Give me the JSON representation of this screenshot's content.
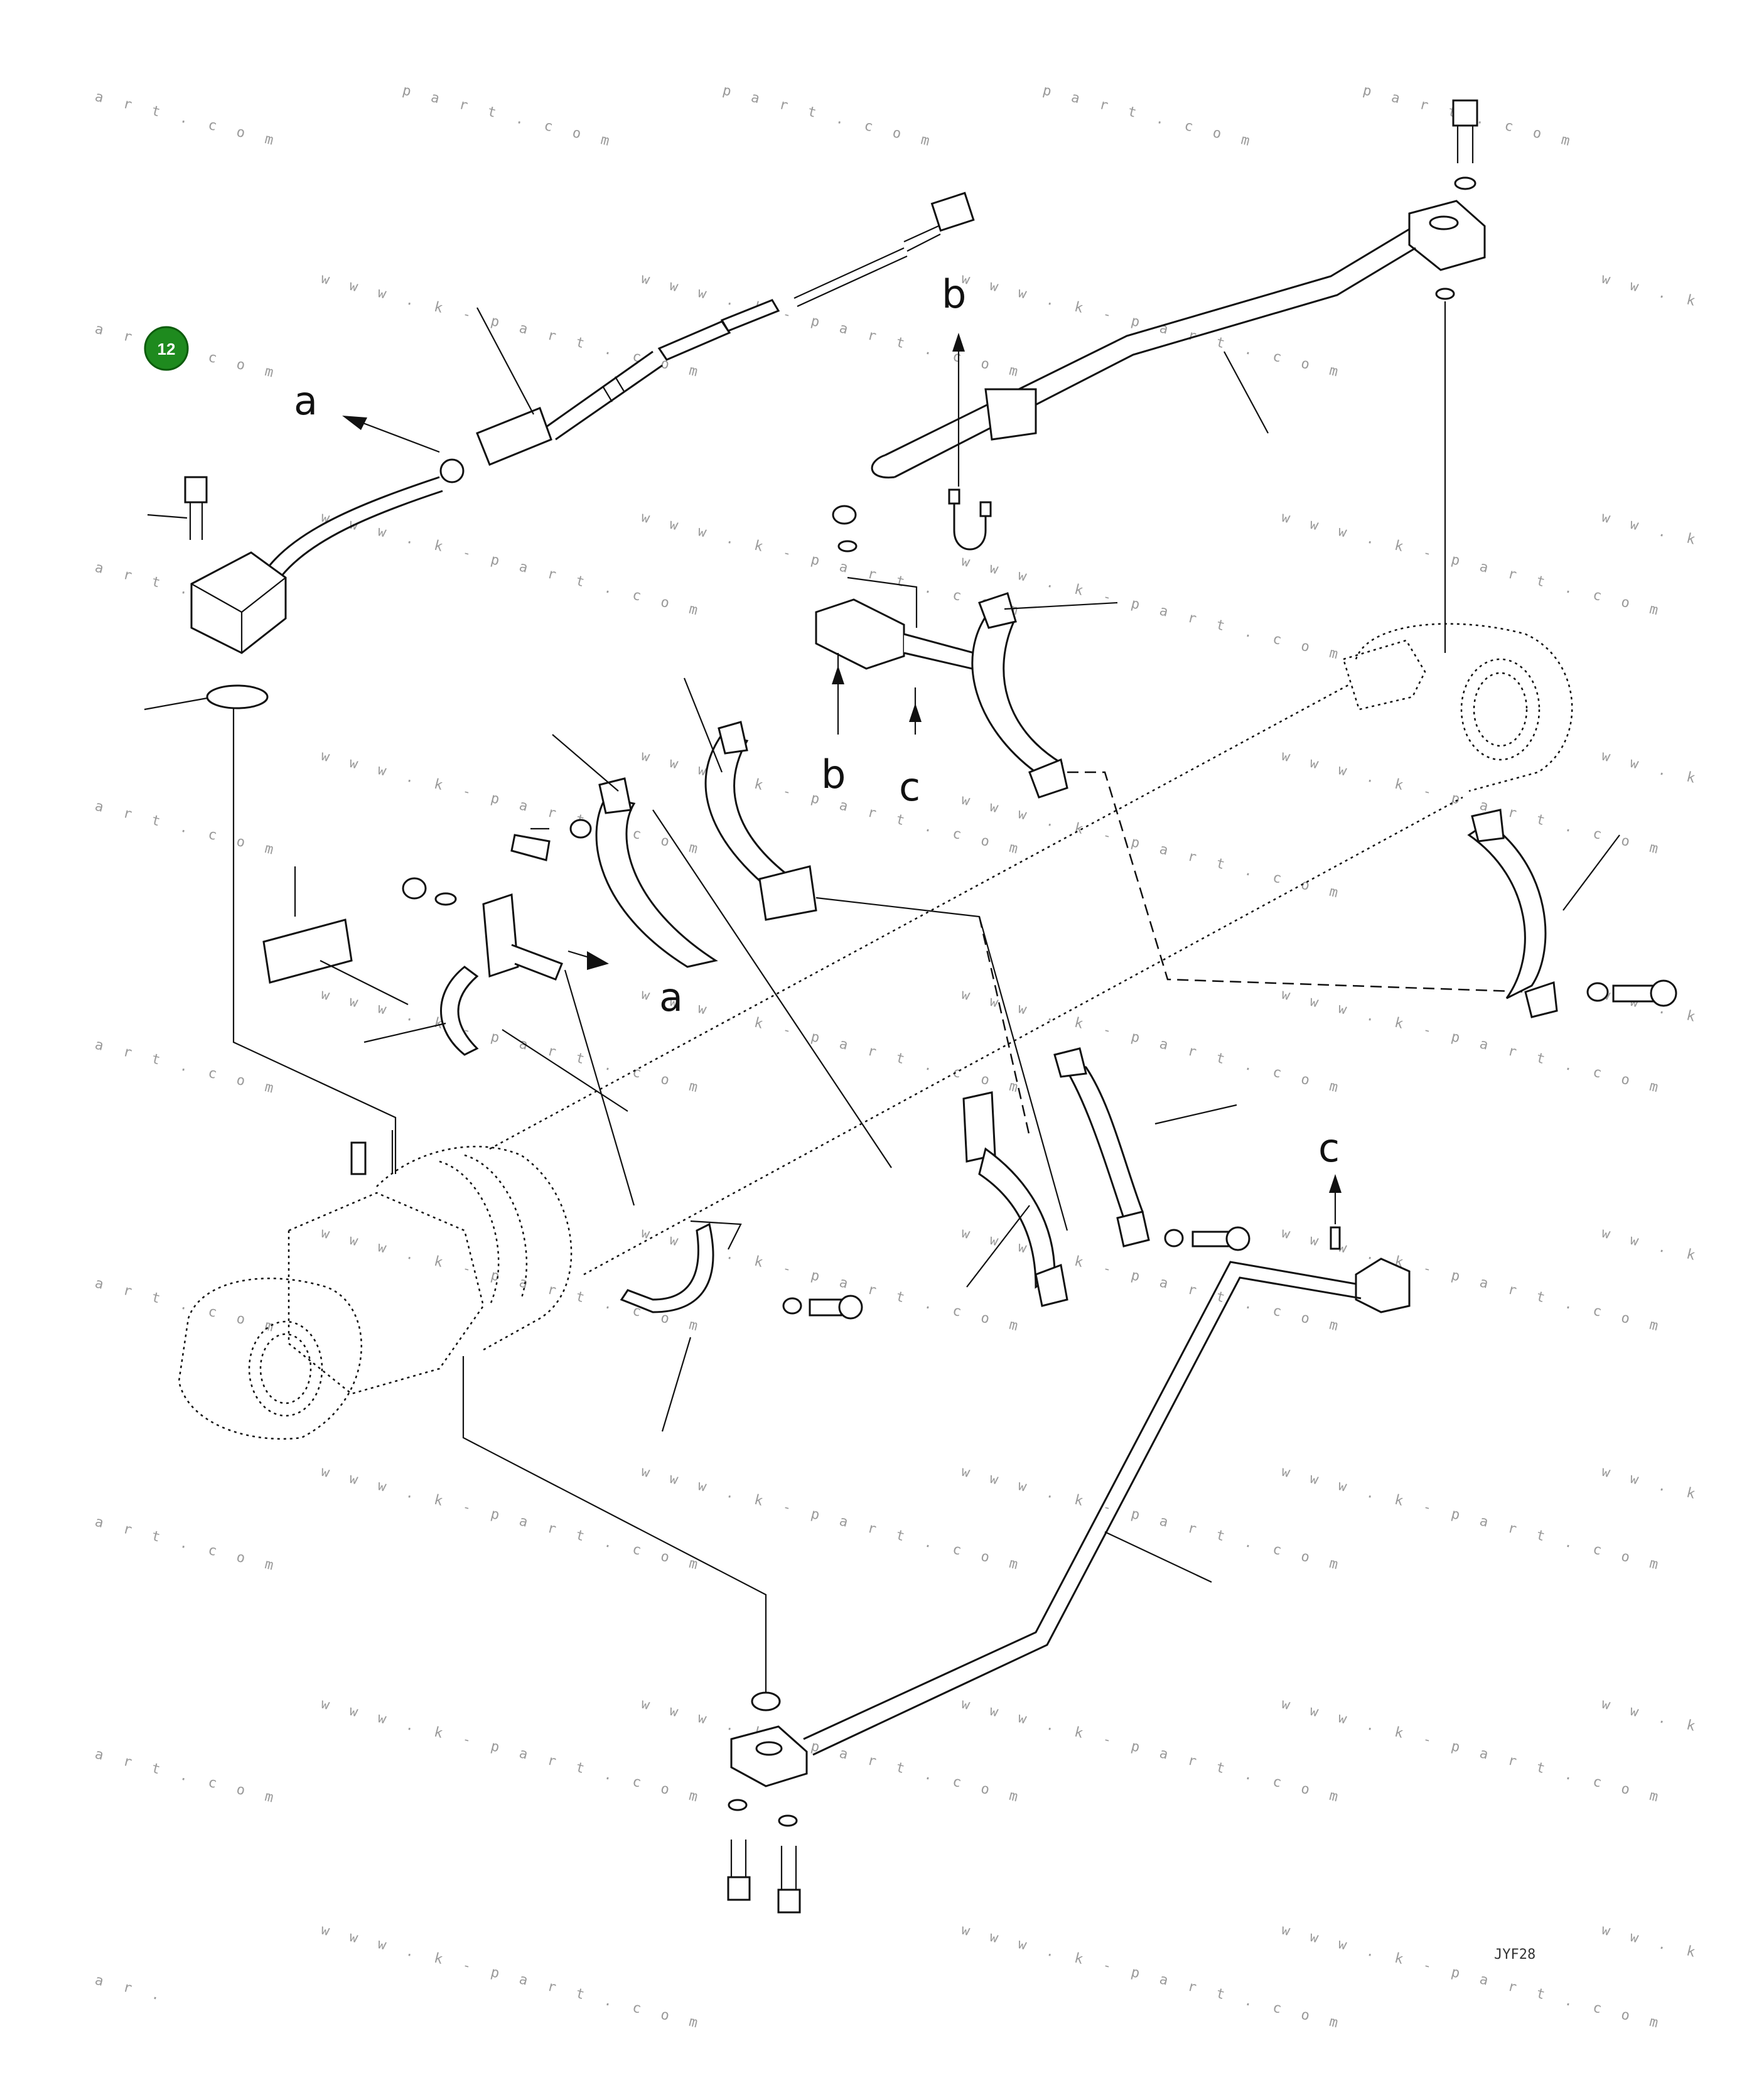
{
  "watermark": {
    "site_text": "w w w . k - p a r t . c o m",
    "fragment_left": "a r t . c o m",
    "fragment_top": "p a r t . c o m",
    "fragment_right": "w w . k",
    "fragment_bottom": "a r ."
  },
  "callouts": {
    "a_upper": "a",
    "a_lower": "a",
    "b_upper": "b",
    "b_lower": "b",
    "c_upper": "c",
    "c_lower": "c"
  },
  "badge": {
    "label": "12",
    "color": "#1e8a1e"
  },
  "drawing_code": "JYF28"
}
